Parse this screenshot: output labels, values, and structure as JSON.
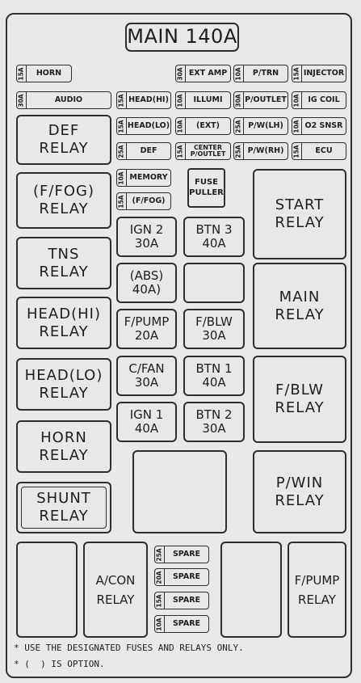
{
  "title": "MAIN 140A",
  "fuses": [
    {
      "id": "horn",
      "amp": "15A",
      "label": "HORN"
    },
    {
      "id": "audio",
      "amp": "30A",
      "label": "AUDIO"
    },
    {
      "id": "ext-amp",
      "amp": "30A",
      "label": "EXT AMP"
    },
    {
      "id": "p-trn",
      "amp": "10A",
      "label": "P/TRN"
    },
    {
      "id": "injector",
      "amp": "15A",
      "label": "INJECTOR"
    },
    {
      "id": "head-hi",
      "amp": "15A",
      "label": "HEAD(HI)"
    },
    {
      "id": "illumi",
      "amp": "10A",
      "label": "ILLUMI"
    },
    {
      "id": "p-outlet",
      "amp": "30A",
      "label": "P/OUTLET"
    },
    {
      "id": "ig-coil",
      "amp": "10A",
      "label": "IG COIL"
    },
    {
      "id": "head-lo",
      "amp": "15A",
      "label": "HEAD(LO)"
    },
    {
      "id": "ext",
      "amp": "10A",
      "label": "(EXT)"
    },
    {
      "id": "pw-lh",
      "amp": "25A",
      "label": "P/W(LH)"
    },
    {
      "id": "o2-snsr",
      "amp": "10A",
      "label": "O2 SNSR"
    },
    {
      "id": "def",
      "amp": "25A",
      "label": "DEF"
    },
    {
      "id": "center-outlet",
      "amp": "15A",
      "label": "CENTER\nP/OUTLET"
    },
    {
      "id": "pw-rh",
      "amp": "25A",
      "label": "P/W(RH)"
    },
    {
      "id": "ecu",
      "amp": "15A",
      "label": "ECU"
    },
    {
      "id": "memory",
      "amp": "10A",
      "label": "MEMORY"
    },
    {
      "id": "f-fog-fuse",
      "amp": "15A",
      "label": "(F/FOG)"
    },
    {
      "id": "spare-1",
      "amp": "25A",
      "label": "SPARE"
    },
    {
      "id": "spare-2",
      "amp": "20A",
      "label": "SPARE"
    },
    {
      "id": "spare-3",
      "amp": "15A",
      "label": "SPARE"
    },
    {
      "id": "spare-4",
      "amp": "10A",
      "label": "SPARE"
    }
  ],
  "relays": {
    "def": "DEF\nRELAY",
    "f_fog": "(F/FOG)\nRELAY",
    "tns": "TNS\nRELAY",
    "head_hi": "HEAD(HI)\nRELAY",
    "head_lo": "HEAD(LO)\nRELAY",
    "horn": "HORN\nRELAY",
    "shunt": "SHUNT\nRELAY",
    "start": "START\nRELAY",
    "main": "MAIN\nRELAY",
    "f_blw": "F/BLW\nRELAY",
    "p_win": "P/WIN\nRELAY",
    "a_con": "A/CON\nRELAY",
    "f_pump": "F/PUMP\nRELAY"
  },
  "maxi_fuses": {
    "ign2": "IGN 2\n30A",
    "btn3": "BTN 3\n40A",
    "abs": "(ABS)\n40A)",
    "f_pump": "F/PUMP\n20A",
    "f_blw": "F/BLW\n30A",
    "c_fan": "C/FAN\n30A",
    "btn1": "BTN 1\n40A",
    "ign1": "IGN 1\n40A",
    "btn2": "BTN 2\n30A"
  },
  "fuse_puller": "FUSE\nPULLER",
  "notes": [
    "* USE THE DESIGNATED FUSES AND RELAYS ONLY.",
    "* (  ) IS OPTION."
  ]
}
